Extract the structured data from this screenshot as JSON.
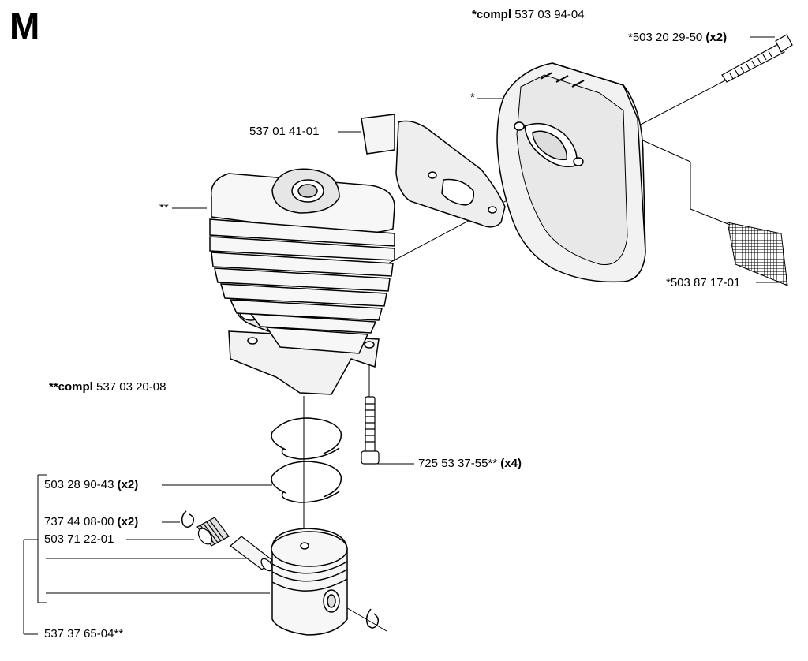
{
  "section_letter": "M",
  "labels": {
    "muffler_assembly": {
      "prefix": "*compl",
      "number": "537 03 94-04"
    },
    "muffler_screw": {
      "number": "*503 20 29-50",
      "qty": "(x2)"
    },
    "muffler_marker": "*",
    "bracket": "537 01 41-01",
    "cylinder_marker": "**",
    "spark_screen": "*503 87 17-01",
    "cylinder_assembly": {
      "prefix": "**compl",
      "number": "537 03 20-08"
    },
    "cylinder_screw": {
      "number": "725 53 37-55**",
      "qty": "(x4)"
    },
    "piston_ring": {
      "number": "503 28 90-43",
      "qty": "(x2)"
    },
    "circlip": {
      "number": "737 44 08-00",
      "qty": "(x2)"
    },
    "needle_bearing": "503 71 22-01",
    "piston_assembly": "537 37 65-04**"
  }
}
